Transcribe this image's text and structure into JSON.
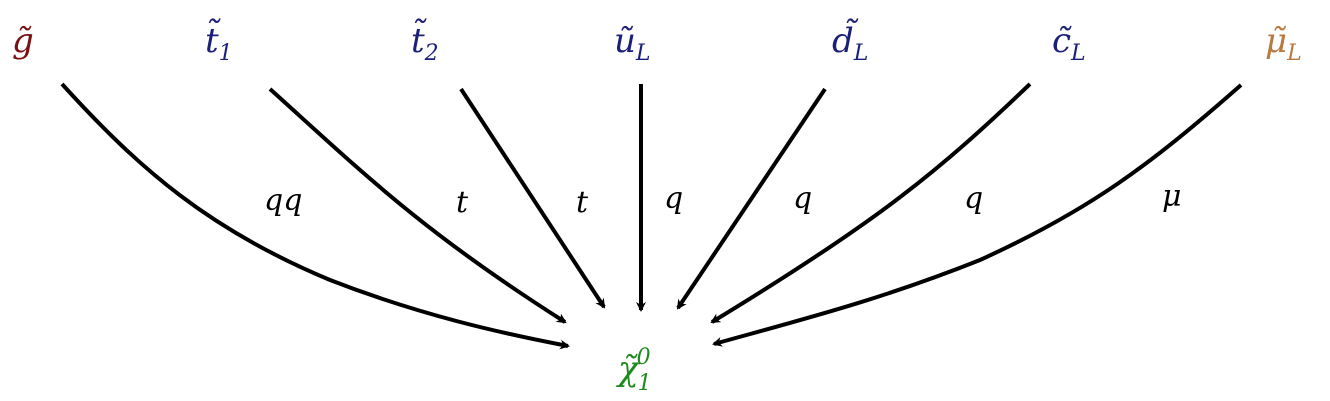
{
  "nodes": {
    "gluino": {
      "base": "g̃",
      "sub": "",
      "color": "#7a0f12"
    },
    "stop1": {
      "base": "t̃",
      "sub": "1",
      "color": "#1a1f7a"
    },
    "stop2": {
      "base": "t̃",
      "sub": "2",
      "color": "#1a1f7a"
    },
    "sup": {
      "base": "ũ",
      "sub": "L",
      "color": "#1a1f7a"
    },
    "sdown": {
      "base": "d̃",
      "sub": "L",
      "color": "#1a1f7a"
    },
    "scharm": {
      "base": "c̃",
      "sub": "L",
      "color": "#1a1f7a"
    },
    "smuon": {
      "base": "μ̃",
      "sub": "L",
      "color": "#b87a3f"
    },
    "neutralino": {
      "base": "χ̃",
      "sub": "1",
      "sup": "0",
      "color": "#1f8a1f"
    }
  },
  "edges": {
    "gluino": {
      "label": "qq"
    },
    "stop1": {
      "label": "t"
    },
    "stop2": {
      "label": "t"
    },
    "sup": {
      "label": "q"
    },
    "sdown": {
      "label": "q"
    },
    "scharm": {
      "label": "q"
    },
    "smuon": {
      "label": "μ"
    }
  }
}
